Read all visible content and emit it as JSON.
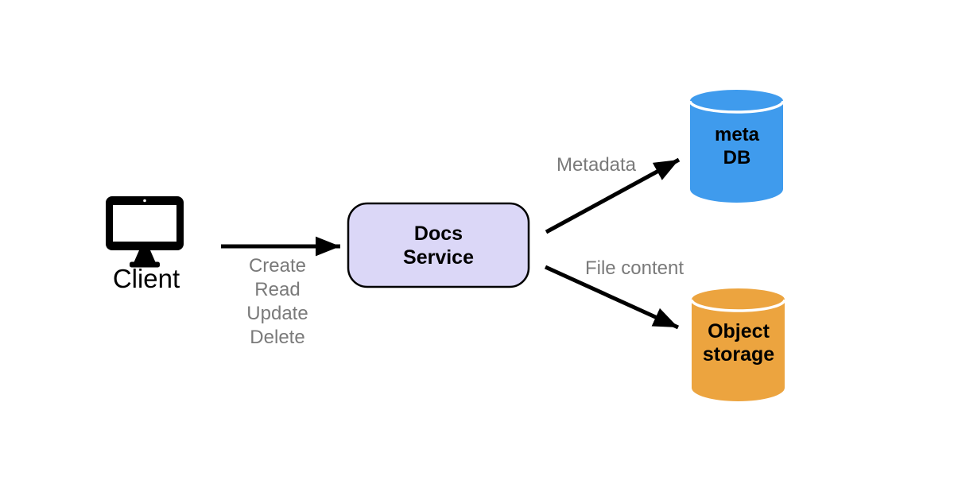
{
  "colors": {
    "background": "#ffffff",
    "docs_service_fill": "#dbd7f7",
    "docs_service_border": "#000000",
    "meta_db_fill": "#3f9bed",
    "object_storage_fill": "#eca43f",
    "edge_label_text": "#7a7a7a",
    "node_label_text": "#000000",
    "arrow": "#000000"
  },
  "client": {
    "label": "Client",
    "icon": "desktop-monitor-icon"
  },
  "edges": {
    "client_to_service": {
      "labels": [
        "Create",
        "Read",
        "Update",
        "Delete"
      ]
    },
    "service_to_meta_db": {
      "label": "Metadata"
    },
    "service_to_object_storage": {
      "label": "File content"
    }
  },
  "nodes": {
    "docs_service": {
      "line1": "Docs",
      "line2": "Service"
    },
    "meta_db": {
      "line1": "meta",
      "line2": "DB"
    },
    "object_storage": {
      "line1": "Object",
      "line2": "storage"
    }
  }
}
